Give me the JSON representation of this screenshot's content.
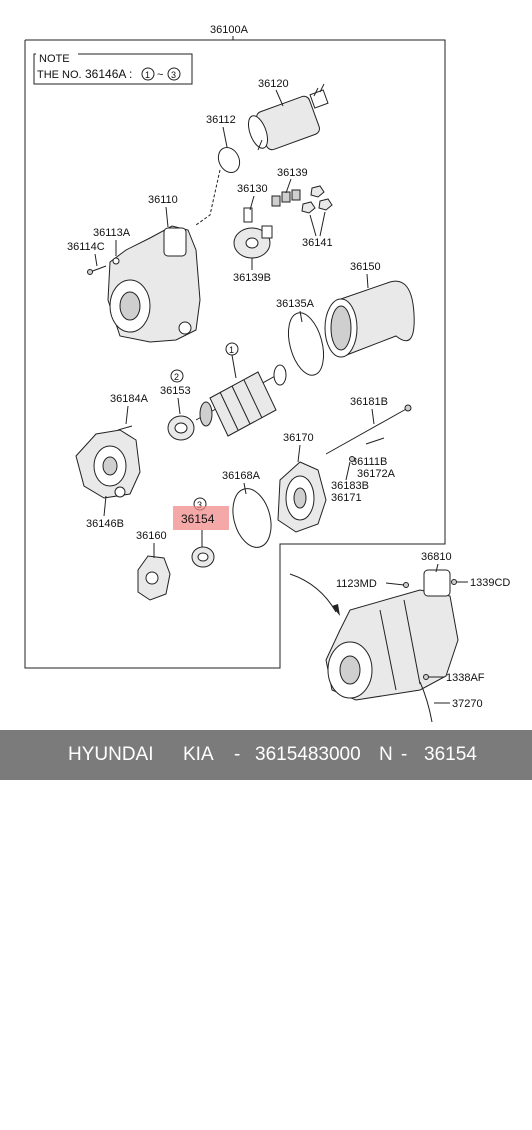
{
  "diagram": {
    "assembly_number": "36100A",
    "note": {
      "title": "NOTE",
      "line_prefix": "THE NO.",
      "line_part": "36146A :",
      "line_range_from": "1",
      "line_range_sep": "~",
      "line_range_to": "3"
    },
    "labels": {
      "p36120": "36120",
      "p36112": "36112",
      "p36139": "36139",
      "p36130": "36130",
      "p36110": "36110",
      "p36113A": "36113A",
      "p36114C": "36114C",
      "p36141": "36141",
      "p36139B": "36139B",
      "p36150": "36150",
      "p36135A": "36135A",
      "circ1": "1",
      "circ2": "2",
      "p36153": "36153",
      "p36184A": "36184A",
      "p36181B": "36181B",
      "p36170": "36170",
      "p36111B": "36111B",
      "p36172A": "36172A",
      "p36168A": "36168A",
      "p36183B": "36183B",
      "p36171": "36171",
      "circ3": "3",
      "p36154": "36154",
      "p36146B": "36146B",
      "p36160": "36160",
      "p36810": "36810",
      "p1123MD": "1123MD",
      "p1339CD": "1339CD",
      "p1338AF": "1338AF",
      "p37270": "37270"
    },
    "highlight_color": "#f28b8b"
  },
  "footer": {
    "brand": "HYUNDAI",
    "make": "KIA",
    "sep": "-",
    "part_number": "3615483000",
    "n_label": "N",
    "n_value": "36154",
    "background": "#7b7b7b"
  }
}
